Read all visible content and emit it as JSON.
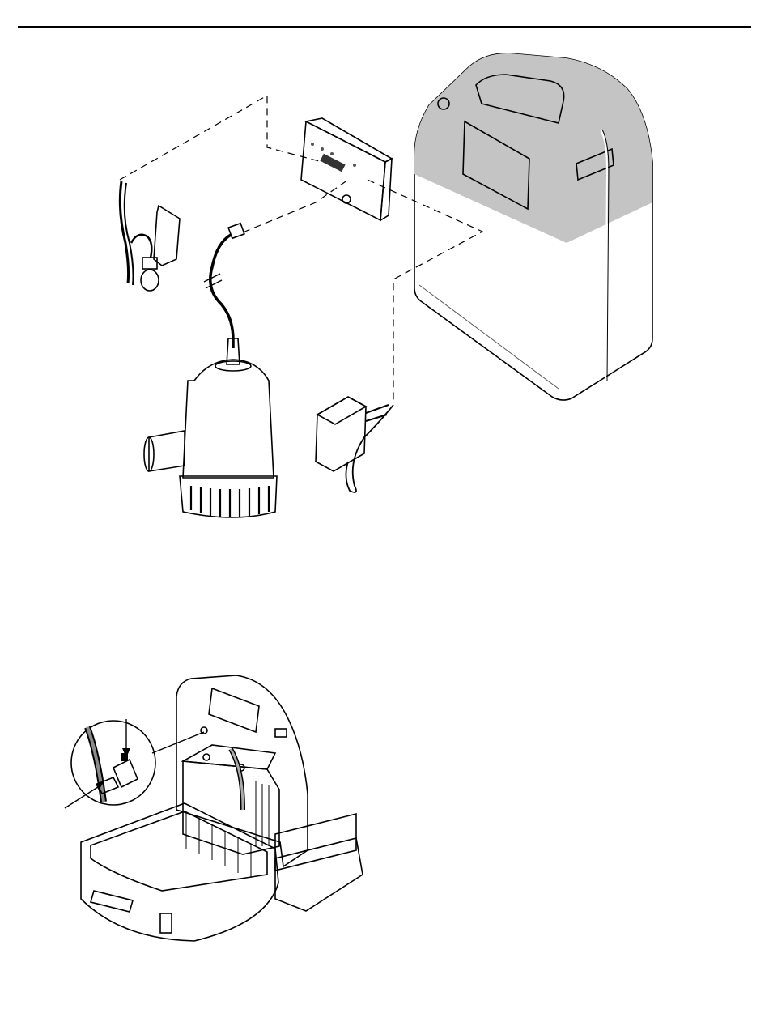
{
  "page": {
    "header_rule": true
  },
  "figure_1": {
    "parts": [
      "float-switch",
      "mounting-bracket",
      "pump-power-cord",
      "bilge-pump",
      "controller",
      "ac-adapter",
      "battery-case"
    ],
    "controller_panel_text": [
      "",
      "",
      ""
    ]
  },
  "figure_2": {
    "parts": [
      "open-battery-case",
      "battery",
      "terminal-detail-callout"
    ],
    "terminal_marks": {
      "negative": "–"
    }
  },
  "colors": {
    "case_fill": "#a9a9a9",
    "case_dark": "#6f6f6f",
    "case_light": "#cfcfcf",
    "outline": "#000000"
  }
}
